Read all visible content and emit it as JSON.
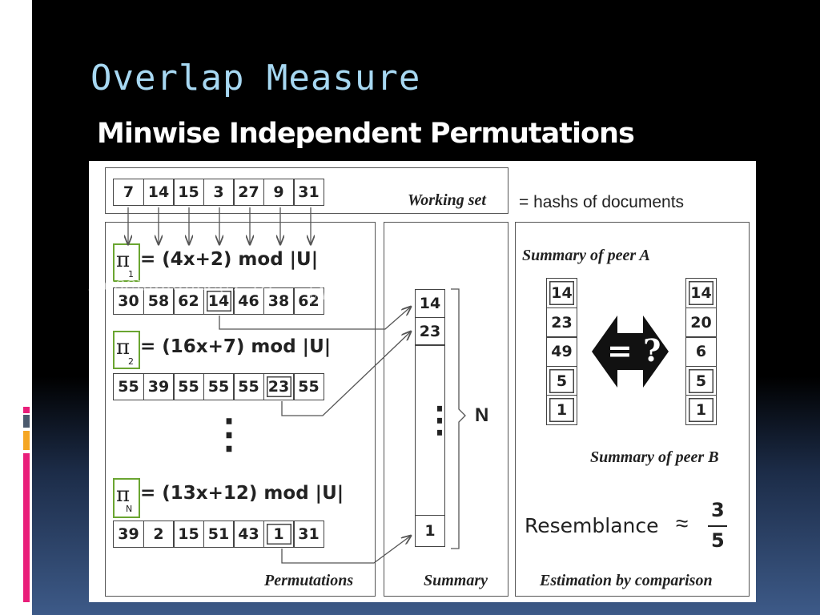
{
  "slide": {
    "title": "Overlap Measure",
    "subtitle": "Minwise Independent Permutations"
  },
  "figure": {
    "working_set": {
      "values": [
        "7",
        "14",
        "15",
        "3",
        "27",
        "9",
        "31"
      ],
      "label": "Working set"
    },
    "hash_note": "= hashs of documents",
    "permutations": [
      {
        "pi": "π",
        "sub": "1",
        "formula": "= (4x+2) mod |U|",
        "values": [
          "30",
          "58",
          "62",
          "14",
          "46",
          "38",
          "62"
        ],
        "min_index": 3
      },
      {
        "pi": "π",
        "sub": "2",
        "formula": "= (16x+7) mod |U|",
        "values": [
          "55",
          "39",
          "55",
          "55",
          "55",
          "23",
          "55"
        ],
        "min_index": 5
      },
      {
        "pi": "π",
        "sub": "N",
        "formula": "= (13x+12) mod |U|",
        "values": [
          "39",
          "2",
          "15",
          "51",
          "43",
          "1",
          "31"
        ],
        "min_index": 5
      }
    ],
    "vdots": "⋮",
    "permutations_label": "Permutations",
    "summary": {
      "values": [
        "14",
        "23"
      ],
      "last_value": "1",
      "dots": "⋮",
      "n_label": "N",
      "label": "Summary"
    },
    "estimation": {
      "peer_a_label": "Summary of peer A",
      "peer_b_label": "Summary of peer B",
      "peer_a_values": [
        "14",
        "23",
        "49",
        "5",
        "1"
      ],
      "peer_b_values": [
        "14",
        "20",
        "6",
        "5",
        "1"
      ],
      "framed": [
        true,
        false,
        false,
        true,
        true
      ],
      "compare_symbol": "= ?",
      "resemblance_label": "Resemblance",
      "approx_symbol": "≈",
      "numerator": "3",
      "denominator": "5",
      "label": "Estimation by comparison"
    },
    "overlay_formula": {
      "lhs": "Resemblance(A, B) =",
      "numerator": "|A ∩ B|",
      "denominator": "|A ∪ B|"
    }
  },
  "colors": {
    "title": "#a7d8f2",
    "pi_box": "#6aa531",
    "accent_pink": "#e91e7a",
    "accent_orange": "#f5a623",
    "accent_slate": "#4b5a6e"
  }
}
